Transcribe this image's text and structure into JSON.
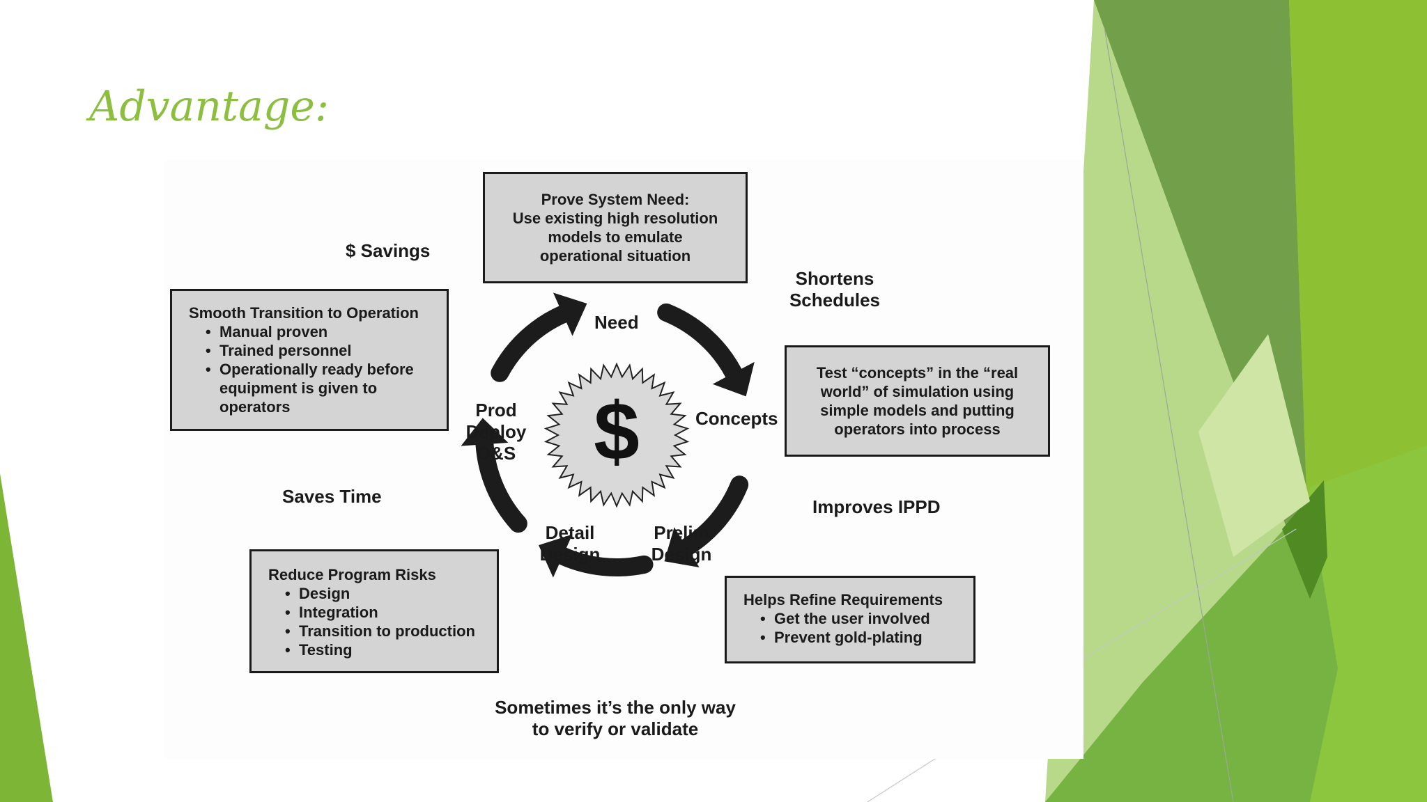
{
  "slide": {
    "title": "Advantage:",
    "accent_color": "#8cbf3f"
  },
  "diagram": {
    "center_symbol": "$",
    "stages": {
      "need": "Need",
      "concepts": "Concepts",
      "prelim_design_line1": "Prelim",
      "prelim_design_line2": "Design",
      "detail_design_line1": "Detail",
      "detail_design_line2": "Design",
      "prod_line1": "Prod",
      "prod_line2": "Deploy",
      "prod_line3": "O&S"
    },
    "benefits": {
      "savings": "$ Savings",
      "shortens_line1": "Shortens",
      "shortens_line2": "Schedules",
      "improves": "Improves IPPD",
      "saves_time": "Saves Time",
      "only_way_line1": "Sometimes it’s the only way",
      "only_way_line2": "to verify or validate"
    },
    "boxes": {
      "prove_need": {
        "lines": [
          "Prove System Need:",
          "Use existing high resolution",
          "models to emulate",
          "operational situation"
        ]
      },
      "test_concepts": {
        "lines": [
          "Test “concepts” in the “real",
          "world” of simulation using",
          "simple models and putting",
          "operators into process"
        ]
      },
      "refine_requirements": {
        "title": "Helps Refine Requirements",
        "items": [
          "Get the user involved",
          "Prevent gold-plating"
        ]
      },
      "reduce_risks": {
        "title": "Reduce Program Risks",
        "items": [
          "Design",
          "Integration",
          "Transition to production",
          "Testing"
        ]
      },
      "smooth_transition": {
        "title": "Smooth Transition to Operation",
        "items": [
          "Manual proven",
          "Trained personnel",
          "Operationally ready before equipment is given to operators"
        ]
      }
    }
  }
}
